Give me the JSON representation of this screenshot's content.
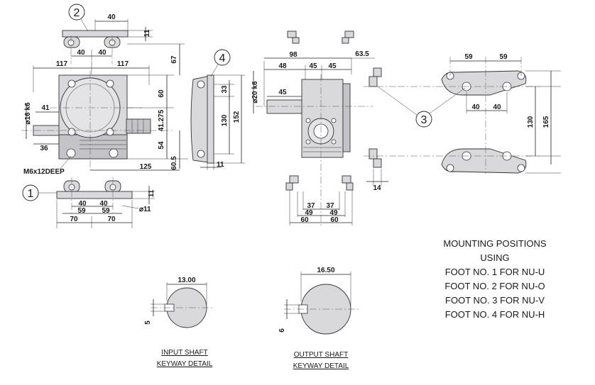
{
  "title": "",
  "dimensions": {
    "foot2_top": "40",
    "foot2_left": "40",
    "foot2_right": "40",
    "foot2_side": "11",
    "top_left_117": "117",
    "top_right_117": "117",
    "dim_67": "67",
    "dim_60_left": "60",
    "dim_41_275": "41.275",
    "dim_54": "54",
    "dim_60_5": "60.5",
    "shaft_dia_16": "⌀16 k6",
    "dim_41": "41",
    "dim_36": "36",
    "dim_125": "125",
    "foot1_side": "11",
    "foot1_40a": "40",
    "foot1_40b": "40",
    "foot1_59a": "59",
    "foot1_59b": "59",
    "foot1_hole": "⌀11",
    "foot1_70a": "70",
    "foot1_70b": "70",
    "foot4_33": "33",
    "foot4_130": "130",
    "foot4_152": "152",
    "foot4_11": "11",
    "side_98": "98",
    "side_63_5": "63.5",
    "side_48": "48",
    "side_45a": "45",
    "side_45b": "45",
    "side_shaft_dia_20": "⌀20 k6",
    "side_45_shaft": "45",
    "side_37a": "37",
    "side_37b": "37",
    "side_49a": "49",
    "side_49b": "49",
    "side_60a": "60",
    "side_60b": "60",
    "side_14": "14",
    "foot3_59a": "59",
    "foot3_59b": "59",
    "foot3_40a": "40",
    "foot3_40b": "40",
    "foot3_130": "130",
    "foot3_165": "165",
    "input_width": "13.00",
    "input_key": "5",
    "output_width": "16.50",
    "output_key": "6"
  },
  "labels": {
    "tapped_holes": "M6x12DEEP",
    "bubble_1": "1",
    "bubble_2": "2",
    "bubble_3": "3",
    "bubble_4": "4",
    "input_caption_line1": "INPUT SHAFT",
    "input_caption_line2": "KEYWAY DETAIL",
    "output_caption_line1": "OUTPUT SHAFT",
    "output_caption_line2": "KEYWAY DETAIL"
  },
  "notes": {
    "heading_line1": "MOUNTING POSITIONS",
    "heading_line2": "USING",
    "line1": "FOOT NO. 1 FOR NU-U",
    "line2": "FOOT NO. 2 FOR NU-O",
    "line3": "FOOT NO. 3 FOR NU-V",
    "line4": "FOOT NO. 4 FOR NU-H"
  },
  "colors": {
    "body": "#d9d9dc",
    "line": "#222222",
    "background": "#ffffff"
  }
}
